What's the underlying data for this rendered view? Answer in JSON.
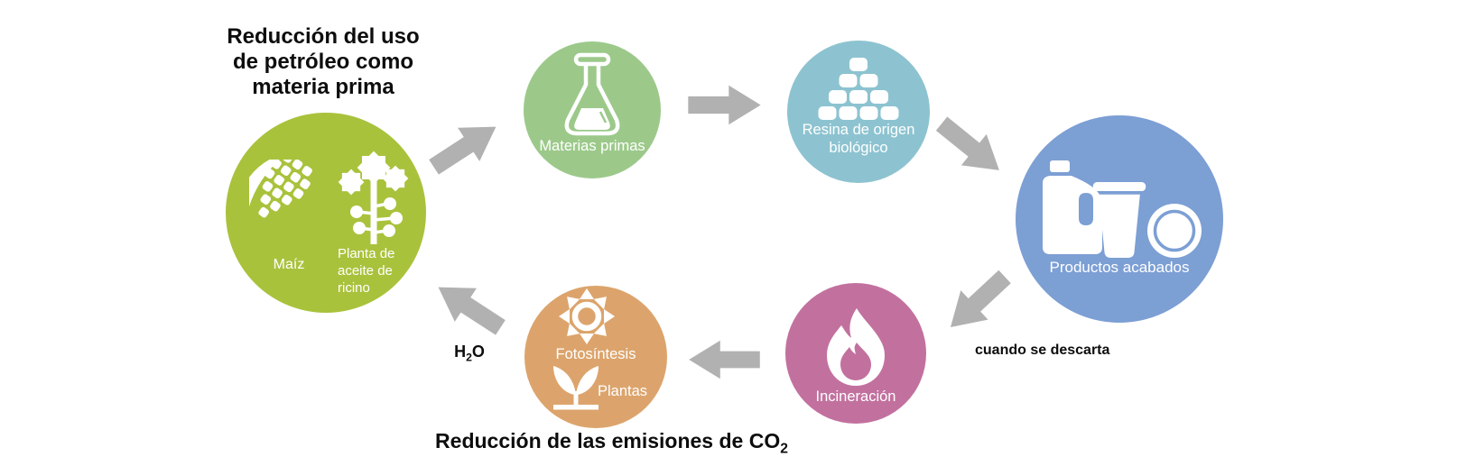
{
  "palette": {
    "feedstock_olive": "#a9c23c",
    "raw_materials_green": "#9cc98a",
    "resin_teal": "#8dc3d0",
    "products_blue": "#7c9fd4",
    "incineration_pink": "#c2719f",
    "photosynthesis_orange": "#dca46c",
    "arrow_gray": "#b1b1b1",
    "caption_black": "#0d0d0d",
    "icon_white": "#ffffff"
  },
  "captions": {
    "petroleum": {
      "lines": [
        "Reducción del uso",
        "de petróleo como",
        "materia prima"
      ]
    },
    "co2": {
      "prefix": "Reducción de las emisiones de CO",
      "sub": "2"
    },
    "h2o": {
      "prefix": "H",
      "sub": "2",
      "suffix": "O"
    },
    "discard": "cuando se descarta"
  },
  "nodes": {
    "feedstock": {
      "corn_label": "Maíz",
      "castor_lines": [
        "Planta de",
        "aceite de",
        "ricino"
      ]
    },
    "raw_materials": {
      "label": "Materias primas"
    },
    "bio_resin": {
      "lines": [
        "Resina de origen",
        "biológico"
      ]
    },
    "finished_products": {
      "label": "Productos acabados"
    },
    "incineration": {
      "label": "Incineración"
    },
    "photosynthesis": {
      "sun_label": "Fotosíntesis",
      "plant_label": "Plantas"
    }
  },
  "icons": {
    "feedstock": [
      "corn-icon",
      "castor-plant-icon"
    ],
    "raw_materials": "flask-icon",
    "bio_resin": "resin-pellets-icon",
    "finished_products": [
      "jug-icon",
      "cup-icon",
      "plate-icon"
    ],
    "incineration": "flame-icon",
    "photosynthesis": [
      "sun-icon",
      "sprout-icon"
    ],
    "connectors": "arrow-icon"
  }
}
